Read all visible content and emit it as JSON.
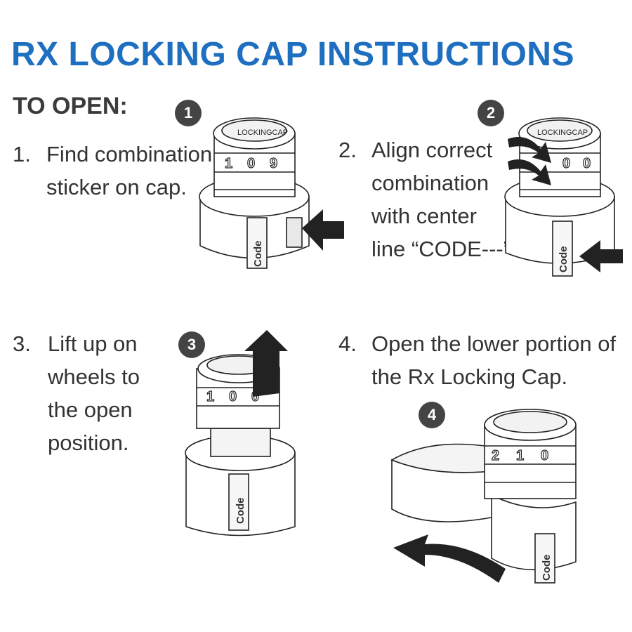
{
  "title": "RX LOCKING CAP INSTRUCTIONS",
  "subtitle": "TO OPEN:",
  "steps": [
    {
      "number": "1.",
      "badge": "1",
      "lines": [
        "Find combination",
        "sticker on cap."
      ]
    },
    {
      "number": "2.",
      "badge": "2",
      "lines": [
        "Align correct",
        "combination",
        "with center",
        "line “CODE---”."
      ]
    },
    {
      "number": "3.",
      "badge": "3",
      "lines": [
        "Lift up on",
        "wheels to",
        "the open",
        "position."
      ]
    },
    {
      "number": "4.",
      "badge": "4",
      "lines": [
        "Open the lower portion of",
        "the Rx Locking Cap."
      ]
    }
  ],
  "cap": {
    "brand_text": "LOCKINGCAP",
    "code_label": "Code",
    "wheel_digits": [
      "1",
      "0",
      "9"
    ],
    "open_wheel_digits": [
      "2",
      "1",
      "0"
    ]
  },
  "icons": {
    "push_arrow": "arrow-left-icon",
    "rotate_arrow": "arrow-right-icon",
    "lift_arrow": "arrow-up-icon",
    "swing_arrow": "curved-arrow-icon"
  },
  "colors": {
    "title": "#1e6fbf",
    "text": "#333333",
    "badge": "#444444"
  }
}
